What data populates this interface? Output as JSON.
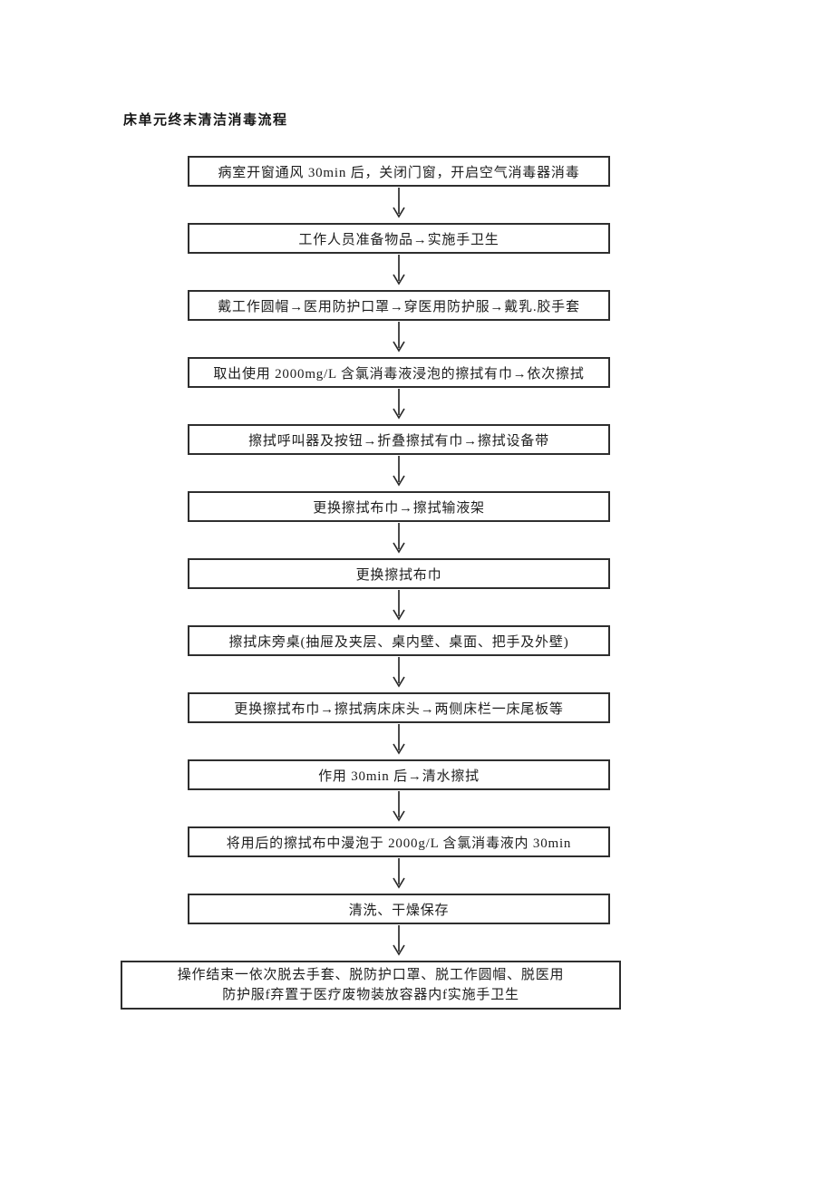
{
  "page": {
    "title": "床单元终末清洁消毒流程",
    "background_color": "#ffffff"
  },
  "flowchart": {
    "box_border_color": "#2e2e2e",
    "text_color": "#1d1d1d",
    "arrow_color": "#2b2b2b",
    "steps": [
      "病室开窗通风 30min 后，关闭门窗，开启空气消毒器消毒",
      "工作人员准备物品→实施手卫生",
      "戴工作圆帽→医用防护口罩→穿医用防护服→戴乳.胶手套",
      "取出使用 2000mg/L 含氯消毒液浸泡的擦拭有巾→依次擦拭",
      "擦拭呼叫器及按钮→折叠擦拭有巾→擦拭设备带",
      "更换擦拭布巾→擦拭输液架",
      "更换擦拭布巾",
      "擦拭床旁桌(抽屉及夹层、桌内壁、桌面、把手及外壁)",
      "更换擦拭布巾→擦拭病床床头→两侧床栏一床尾板等",
      "作用 30min 后→清水擦拭",
      "将用后的擦拭布中漫泡于 2000g/L 含氯消毒液内 30min",
      "清洗、干燥保存"
    ],
    "final_step_lines": [
      "操作结束一依次脱去手套、脱防护口罩、脱工作圆帽、脱医用",
      "防护服f弃置于医疗废物装放容器内f实施手卫生"
    ]
  }
}
